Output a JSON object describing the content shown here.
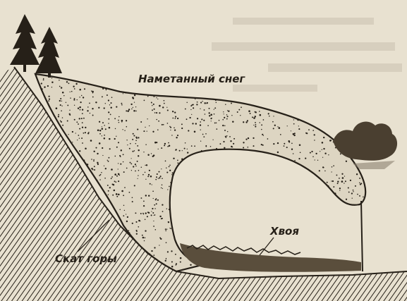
{
  "diagram": {
    "labels": {
      "drifted_snow": "Наметанный снег",
      "mountain_slope": "Скат горы",
      "spruce_boughs": "Хвоя"
    },
    "colors": {
      "paper": "#e8e1d0",
      "ink": "#262018",
      "snow_fill": "#ddd5c2",
      "shadow_text": "#b9b09d"
    },
    "icons": [
      "spruce-tree-icon",
      "bush-icon"
    ]
  }
}
